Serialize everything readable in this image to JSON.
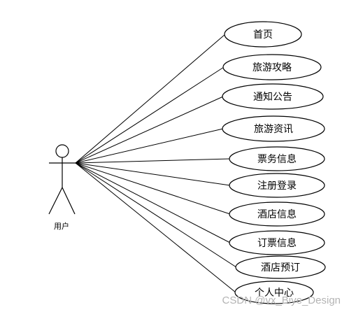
{
  "actor": {
    "label": "用户"
  },
  "use_cases": [
    {
      "label": "首页"
    },
    {
      "label": "旅游攻略"
    },
    {
      "label": "通知公告"
    },
    {
      "label": "旅游资讯"
    },
    {
      "label": "票务信息"
    },
    {
      "label": "注册登录"
    },
    {
      "label": "酒店信息"
    },
    {
      "label": "订票信息"
    },
    {
      "label": "酒店预订"
    },
    {
      "label": "个人中心"
    }
  ],
  "watermark": "CSDN @vx_Biye_Design",
  "colors": {
    "stroke": "#000000",
    "fill": "#ffffff",
    "watermark": "#b4b4b4"
  }
}
